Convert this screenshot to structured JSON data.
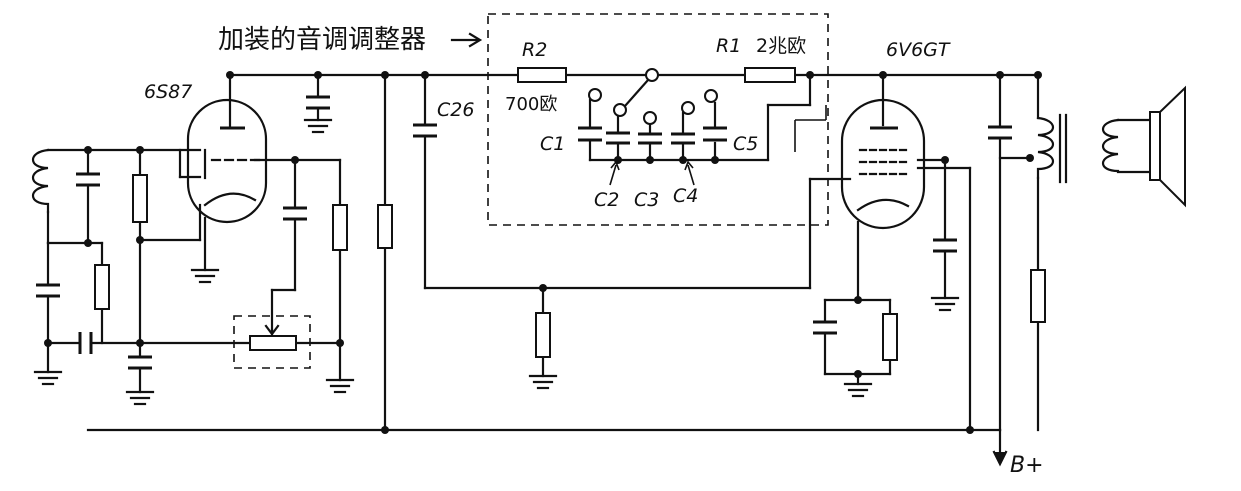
{
  "labels": {
    "title": "加装的音调调整器",
    "tube1": "6S87",
    "tube2": "6V6GT",
    "c26": "C26",
    "r2": "R2",
    "r2_value": "700欧",
    "r1": "R1",
    "r1_value": "2兆欧",
    "c1": "C1",
    "c2": "C2",
    "c3": "C3",
    "c4": "C4",
    "c5": "C5",
    "bplus": "B+"
  },
  "colors": {
    "ink": "#111111",
    "paper": "#ffffff"
  }
}
